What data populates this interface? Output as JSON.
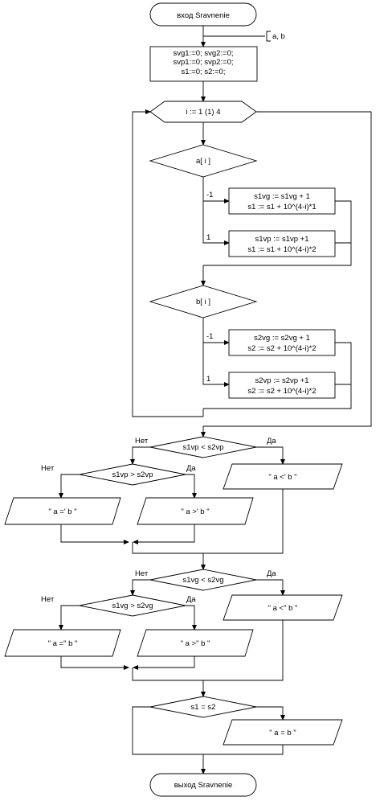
{
  "diagram": {
    "start_label": "вход Sravnenie",
    "end_label": "выход Sravnenie",
    "params_comment": "a, b",
    "init_lines": [
      "svg1:=0; svg2:=0;",
      "svp1:=0; svp2:=0;",
      "s1:=0; s2:=0;"
    ],
    "loop_label": "i := 1 (1) 4",
    "case_a": {
      "label": "a[ i ]",
      "branch1": "-1",
      "branch2": "1",
      "box1": [
        "s1vg := s1vg + 1",
        "s1 := s1 + 10^(4-i)*1"
      ],
      "box2": [
        "s1vp := s1vp +1",
        "s1 := s1 + 10^(4-i)*2"
      ]
    },
    "case_b": {
      "label": "b[ i ]",
      "branch1": "-1",
      "branch2": "1",
      "box1": [
        "s2vg := s2vg + 1",
        "s2 := s2 + 10^(4-i)*2"
      ],
      "box2": [
        "s2vp := s2vp +1",
        "s2 := s2 + 10^(4-i)*2"
      ]
    },
    "cmp_vp": {
      "cond": "s1vp < s2vp",
      "no": "Нет",
      "yes": "Да",
      "yes_out": "\" a <' b \"",
      "inner_cond": "s1vp > s2vp",
      "inner_no": "Нет",
      "inner_yes": "Да",
      "out_eq": "\" a =' b \"",
      "out_gt": "\" a >' b \""
    },
    "cmp_vg": {
      "cond": "s1vg < s2vg",
      "no": "Нет",
      "yes": "Да",
      "yes_out": "\" a <\" b \"",
      "inner_cond": "s1vg > s2vg",
      "inner_no": "Нет",
      "inner_yes": "Да",
      "out_eq": "\" a =\" b \"",
      "out_gt": "\" a >\" b \""
    },
    "cmp_s": {
      "cond": "s1 = s2",
      "yes_out": "\" a = b \""
    }
  }
}
